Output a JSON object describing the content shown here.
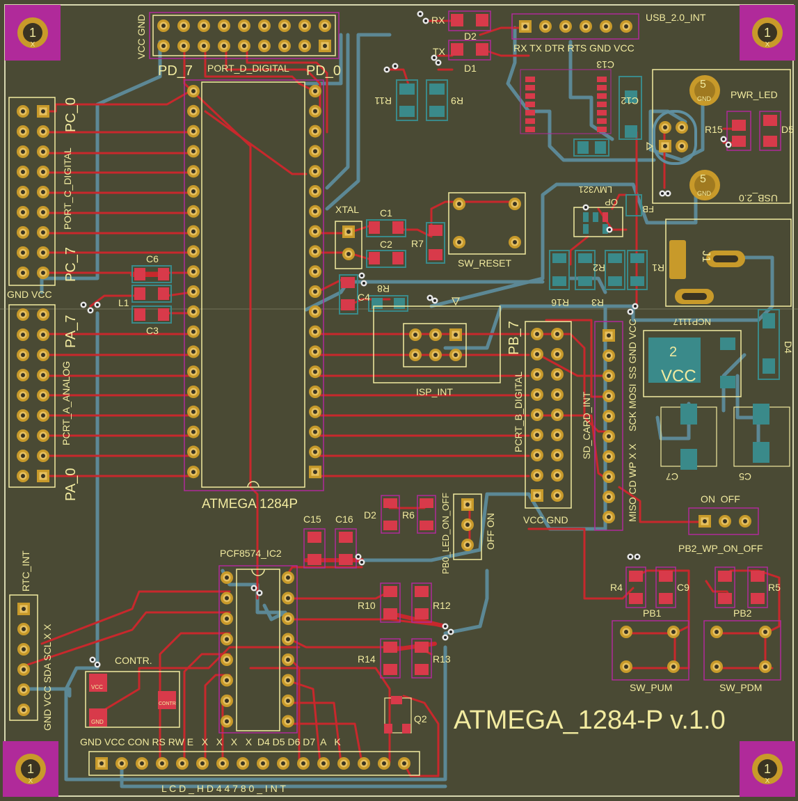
{
  "colors": {
    "board": "#4a4a34",
    "outline": "#d8d8b0",
    "silk": "#f2eba0",
    "copper_top": "#c8282c",
    "copper_bot": "#5f8fa0",
    "pad": "#c89a2a",
    "mount": "#b02a9a",
    "smd_top": "#d83a4a",
    "smd_bot": "#3a8a8a"
  },
  "board_title": "ATMEGA_1284-P v.1.0",
  "corner_holes": [
    {
      "num": "1",
      "sub": "X"
    },
    {
      "num": "1",
      "sub": "X"
    },
    {
      "num": "1",
      "sub": "X"
    },
    {
      "num": "1",
      "sub": "X"
    }
  ],
  "labels": {
    "vcc_gnd_top": "VCC GND",
    "pd7": "PD_7",
    "port_d": "PORT_D_DIGITAL",
    "pd0": "PD_0",
    "pc0": "PC_0",
    "port_c": "PORT_C_DIGITAL",
    "pc7": "PC_7",
    "gnd_vcc_left": "GND VCC",
    "pa7": "PA_7",
    "port_a": "PCRT_A_ANALOG",
    "pa0": "PA_0",
    "atmega": "ATMEGA 1284P",
    "rx": "RX",
    "tx": "TX",
    "d2_top": "D2",
    "d1": "D1",
    "usb_int": "USB_2.0_INT",
    "usb_pins": "RX TX DTR RTS GND VCC",
    "c13": "C13",
    "c12": "C12",
    "r11": "R11",
    "r9": "R9",
    "pwr_led": "PWR_LED",
    "r15": "R15",
    "d5": "D5",
    "usb_20": "USB_2.0",
    "gnd_a": "GND",
    "gnd_b": "GND",
    "five_a": "5",
    "five_b": "5",
    "fb": "FB",
    "lm": "LMV321",
    "op": "OP",
    "xtal": "XTAL",
    "c1": "C1",
    "c2": "C2",
    "r7": "R7",
    "sw_reset": "SW_RESET",
    "c4": "C4",
    "r8": "R8",
    "r16": "R16",
    "r2": "R2",
    "r3": "R3",
    "r1": "R1",
    "j1": "J1",
    "c6": "C6",
    "l1": "L1",
    "c3": "C3",
    "isp_int": "ISP_INT",
    "pb7": "PB_7",
    "port_b": "PCRT_B_DIGITAL",
    "vcc_gnd_b": "VCC GND",
    "sd_card": "SD_CARD_INT",
    "sd_pins_a": "SS GND VCC",
    "sd_pins_b": "SCK MOSI",
    "sd_pins_c": "MISO CD WP X X",
    "ncp": "NCP1117",
    "vcc_big": "VCC",
    "two": "2",
    "c7": "C7",
    "c5": "C5",
    "d4": "D4",
    "on_off": "ON  OFF",
    "pb2_wp": "PB2_WP_ON_OFF",
    "d2_mid": "D2",
    "r6": "R6",
    "pb0_led": "PB0_LED_ON_OFF",
    "off_on": "OFF ON",
    "c15": "C15",
    "c16": "C16",
    "pcf": "PCF8574_IC2",
    "r10": "R10",
    "r12": "R12",
    "r14": "R14",
    "r13": "R13",
    "q2": "Q2",
    "r4": "R4",
    "c9": "C9",
    "pb1": "PB1",
    "pb2": "PB2",
    "r5": "R5",
    "sw_pum": "SW_PUM",
    "sw_pdm": "SW_PDM",
    "rtc_int": "RTC_INT",
    "rtc_pins": "GND VCC SDA SCL X X",
    "contr": "CONTR.",
    "contr_vcc": "VCC",
    "contr_gnd": "GND",
    "contr_pin": "CONTR",
    "lcd_pins": "GND VCC CON RS RW E   X   X   X   X  D4 D5 D6 D7  A   K",
    "lcd_int": "L C D _ H D 4 4 7 8 0 _ I N T"
  }
}
